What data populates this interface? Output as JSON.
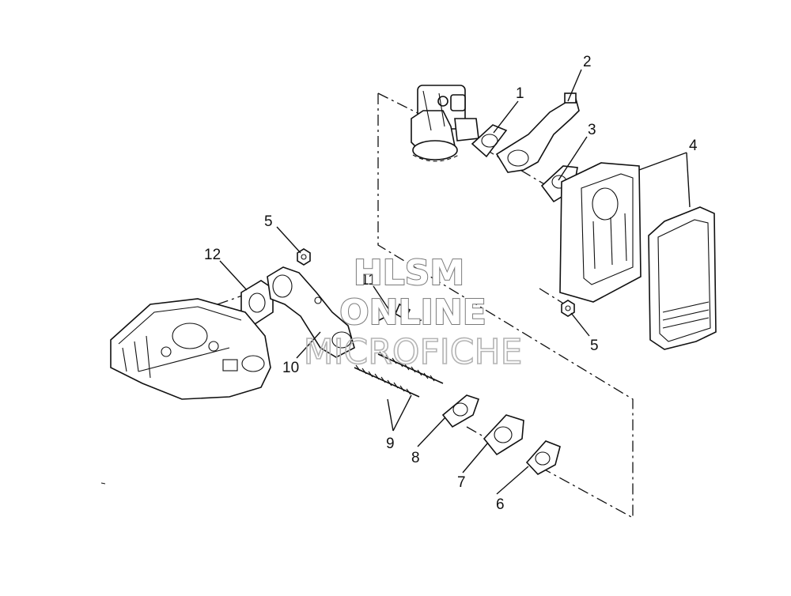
{
  "callouts": [
    "1",
    "2",
    "3",
    "4",
    "5",
    "5",
    "6",
    "7",
    "8",
    "9",
    "10",
    "11",
    "12"
  ],
  "watermark": {
    "line1": "HLSM",
    "line2": "ONLINE",
    "line3": "MICROFICHE"
  }
}
